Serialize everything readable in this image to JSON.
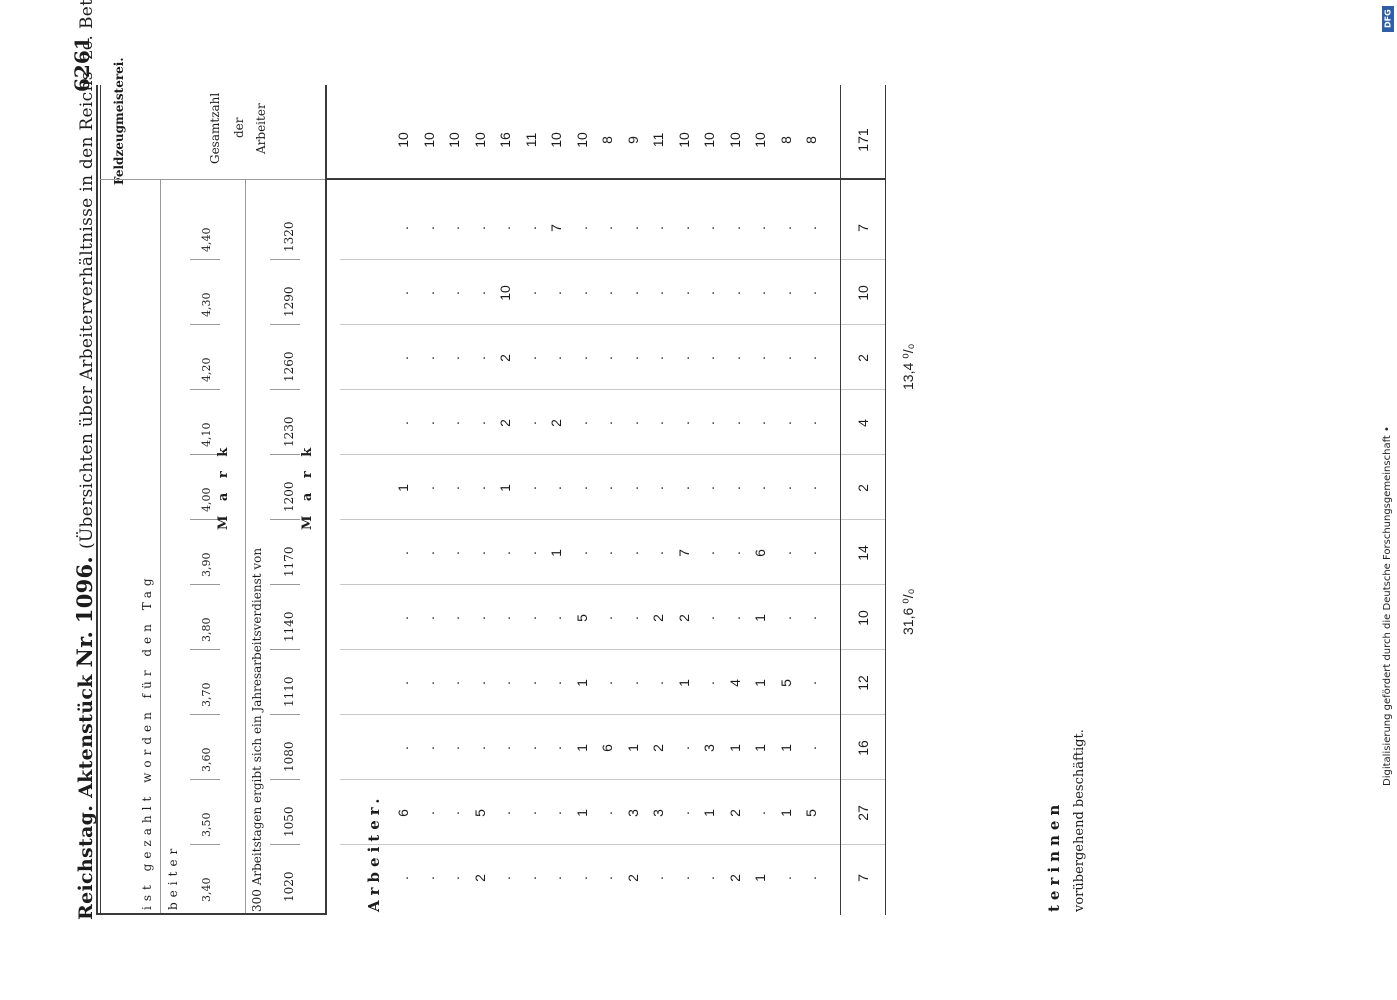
{
  "header": {
    "title_part1": "Reichstag.",
    "title_part2": "Aktenstück",
    "title_nr": "Nr. 1096.",
    "title_part3": "(Übersichten über Arbeiterverhältnisse in den Reichs- zc. Betrieben.)",
    "page_number": "6261"
  },
  "table": {
    "establishment": "Feldzeugmeisterei.",
    "head_line1": "ist gezahlt worden für den Tag",
    "head_line2": "beiter",
    "wage_labels": [
      "3,40",
      "3,50",
      "3,60",
      "3,70",
      "3,80",
      "3,90",
      "4,00",
      "4,10",
      "4,20",
      "4,30",
      "4,40"
    ],
    "mark_upper": "M a r k",
    "head_line3": "300 Arbeitstagen ergibt sich ein Jahresarbeitsverdienst von",
    "annual_labels": [
      "1020",
      "1050",
      "1080",
      "1110",
      "1140",
      "1170",
      "1200",
      "1230",
      "1260",
      "1290",
      "1320"
    ],
    "mark_lower": "M a r k",
    "total_header_1": "Gesamtzahl",
    "total_header_2": "der",
    "total_header_3": "Arbeiter",
    "section_label": "Arbeiter.",
    "rows": [
      {
        "cells": [
          ".",
          "6",
          ".",
          ".",
          ".",
          ".",
          "1",
          ".",
          ".",
          ".",
          "."
        ],
        "total": "10"
      },
      {
        "cells": [
          ".",
          ".",
          ".",
          ".",
          ".",
          ".",
          ".",
          ".",
          ".",
          ".",
          "."
        ],
        "total": "10"
      },
      {
        "cells": [
          ".",
          ".",
          ".",
          ".",
          ".",
          ".",
          ".",
          ".",
          ".",
          ".",
          "."
        ],
        "total": "10"
      },
      {
        "cells": [
          "2",
          "5",
          ".",
          ".",
          ".",
          ".",
          ".",
          ".",
          ".",
          ".",
          "."
        ],
        "total": "10"
      },
      {
        "cells": [
          ".",
          ".",
          ".",
          ".",
          ".",
          ".",
          "1",
          "2",
          "2",
          "10",
          "."
        ],
        "total": "16"
      },
      {
        "cells": [
          ".",
          ".",
          ".",
          ".",
          ".",
          ".",
          ".",
          ".",
          ".",
          ".",
          "."
        ],
        "total": "11"
      },
      {
        "cells": [
          ".",
          ".",
          ".",
          ".",
          ".",
          "1",
          ".",
          "2",
          ".",
          ".",
          "7"
        ],
        "total": "10"
      },
      {
        "cells": [
          ".",
          "1",
          "1",
          "1",
          "5",
          ".",
          ".",
          ".",
          ".",
          ".",
          "."
        ],
        "total": "10"
      },
      {
        "cells": [
          ".",
          ".",
          "6",
          ".",
          ".",
          ".",
          ".",
          ".",
          ".",
          ".",
          "."
        ],
        "total": "8"
      },
      {
        "cells": [
          "2",
          "3",
          "1",
          ".",
          ".",
          ".",
          ".",
          ".",
          ".",
          ".",
          "."
        ],
        "total": "9"
      },
      {
        "cells": [
          ".",
          "3",
          "2",
          ".",
          "2",
          ".",
          ".",
          ".",
          ".",
          ".",
          "."
        ],
        "total": "11"
      },
      {
        "cells": [
          ".",
          ".",
          ".",
          "1",
          "2",
          "7",
          ".",
          ".",
          ".",
          ".",
          "."
        ],
        "total": "10"
      },
      {
        "cells": [
          ".",
          "1",
          "3",
          ".",
          ".",
          ".",
          ".",
          ".",
          ".",
          ".",
          "."
        ],
        "total": "10"
      },
      {
        "cells": [
          "2",
          "2",
          "1",
          "4",
          ".",
          ".",
          ".",
          ".",
          ".",
          ".",
          "."
        ],
        "total": "10"
      },
      {
        "cells": [
          "1",
          ".",
          "1",
          "1",
          "1",
          "6",
          ".",
          ".",
          ".",
          ".",
          "."
        ],
        "total": "10"
      },
      {
        "cells": [
          ".",
          "1",
          "1",
          "5",
          ".",
          ".",
          ".",
          ".",
          ".",
          ".",
          "."
        ],
        "total": "8"
      },
      {
        "cells": [
          ".",
          "5",
          ".",
          ".",
          ".",
          ".",
          ".",
          ".",
          ".",
          ".",
          "."
        ],
        "total": "8"
      }
    ],
    "sum_row": {
      "cells": [
        "7",
        "27",
        "16",
        "12",
        "10",
        "14",
        "2",
        "4",
        "2",
        "10",
        "7"
      ],
      "total": "171"
    },
    "percent_1": "31,6 ⁰/₀",
    "percent_2": "13,4 ⁰/₀"
  },
  "footer": {
    "section_label": "terinnen",
    "note": "vorübergehend beschäftigt."
  },
  "side": {
    "logo_text": "DFG",
    "credit": "Digitalisierung gefördert durch die Deutsche Forschungsgemeinschaft •"
  }
}
